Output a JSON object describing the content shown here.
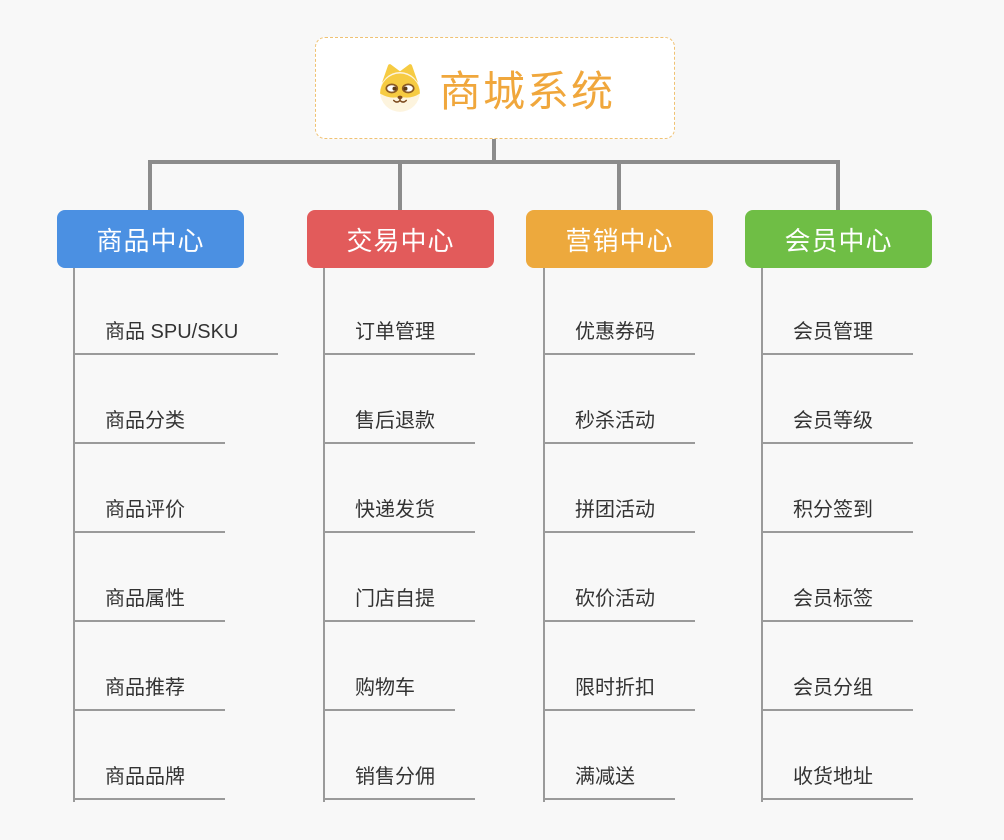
{
  "root": {
    "title": "商城系统",
    "icon": "shiba-dog-icon",
    "title_color": "#F0A73C",
    "border_color": "#F0C273"
  },
  "connector_color": "#8C8C8C",
  "branches": [
    {
      "label": "商品中心",
      "color": "#4B90E2",
      "items": [
        "商品 SPU/SKU",
        "商品分类",
        "商品评价",
        "商品属性",
        "商品推荐",
        "商品品牌"
      ]
    },
    {
      "label": "交易中心",
      "color": "#E25B5B",
      "items": [
        "订单管理",
        "售后退款",
        "快递发货",
        "门店自提",
        "购物车",
        "销售分佣"
      ]
    },
    {
      "label": "营销中心",
      "color": "#EDA93D",
      "items": [
        "优惠券码",
        "秒杀活动",
        "拼团活动",
        "砍价活动",
        "限时折扣",
        "满减送"
      ]
    },
    {
      "label": "会员中心",
      "color": "#6FBE45",
      "items": [
        "会员管理",
        "会员等级",
        "积分签到",
        "会员标签",
        "会员分组",
        "收货地址"
      ]
    }
  ]
}
